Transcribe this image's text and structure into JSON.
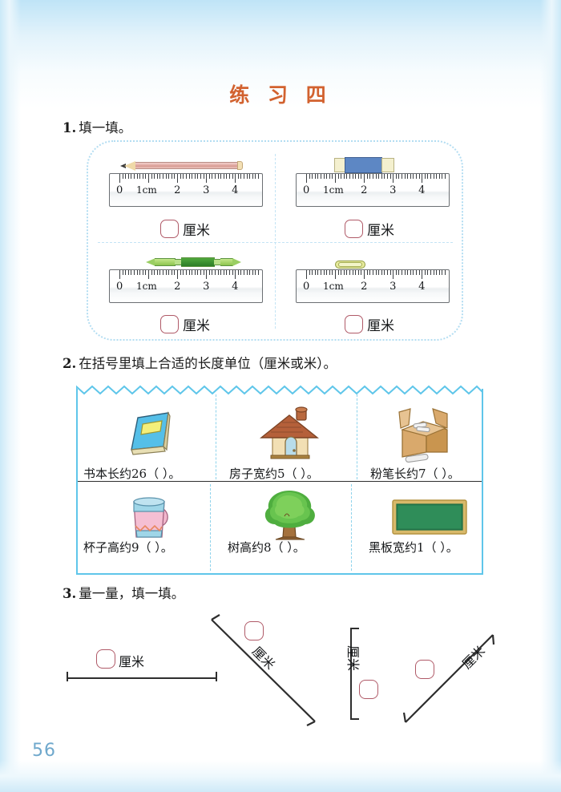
{
  "page": {
    "title": "练 习 四",
    "page_number": "56",
    "title_color": "#d2622f",
    "accent_blue": "#5fc6ea",
    "answer_box_color": "#b05a68"
  },
  "questions": [
    {
      "number": "1.",
      "text": "填一填。",
      "items": [
        {
          "object": "pencil-icon",
          "ruler_labels": [
            "0",
            "1cm",
            "2",
            "3",
            "4"
          ],
          "answer_value": "",
          "unit_label": "厘米"
        },
        {
          "object": "eraser-icon",
          "ruler_labels": [
            "0",
            "1cm",
            "2",
            "3",
            "4"
          ],
          "answer_value": "",
          "unit_label": "厘米"
        },
        {
          "object": "crayon-icon",
          "ruler_labels": [
            "0",
            "1cm",
            "2",
            "3",
            "4"
          ],
          "answer_value": "",
          "unit_label": "厘米"
        },
        {
          "object": "paperclip-icon",
          "ruler_labels": [
            "0",
            "1cm",
            "2",
            "3",
            "4"
          ],
          "answer_value": "",
          "unit_label": "厘米"
        }
      ]
    },
    {
      "number": "2.",
      "text": "在括号里填上合适的长度单位（厘米或米）。",
      "items": [
        {
          "object": "book-icon",
          "caption": "书本长约26（    ）。"
        },
        {
          "object": "house-icon",
          "caption": "房子宽约5（    ）。"
        },
        {
          "object": "chalk-box-icon",
          "caption": "粉笔长约7（    ）。"
        },
        {
          "object": "mug-icon",
          "caption": "杯子高约9（    ）。"
        },
        {
          "object": "tree-icon",
          "caption": "树高约8（    ）。"
        },
        {
          "object": "blackboard-icon",
          "caption": "黑板宽约1（    ）。"
        }
      ]
    },
    {
      "number": "3.",
      "text": "量一量，填一填。",
      "measurements": [
        {
          "orientation": "horizontal",
          "answer_value": "",
          "unit_label": "厘米"
        },
        {
          "orientation": "diagonal-descending",
          "answer_value": "",
          "unit_label": "厘米"
        },
        {
          "orientation": "vertical",
          "answer_value": "",
          "unit_label": "厘米"
        },
        {
          "orientation": "diagonal-ascending",
          "answer_value": "",
          "unit_label": "厘米"
        }
      ]
    }
  ]
}
